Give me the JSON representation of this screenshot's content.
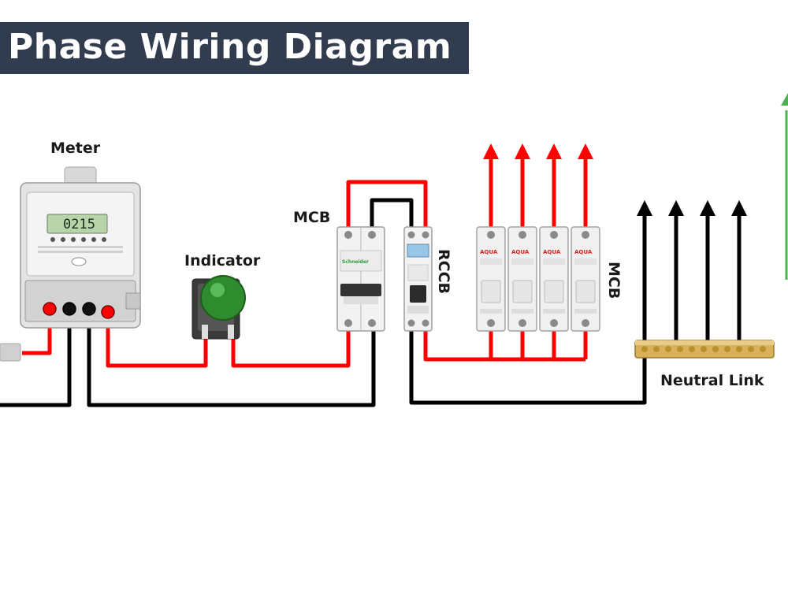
{
  "title": "Phase Wiring Diagram",
  "labels": {
    "meter": "Meter",
    "indicator": "Indicator",
    "mcb_main": "MCB",
    "rccb": "RCCB",
    "mcb_branch": "MCB",
    "neutral_link": "Neutral Link"
  },
  "meter_reading": "0215",
  "mcb_brand": "Schneider",
  "branch_mcb_brand": "AQUA",
  "colors": {
    "phase_wire": "#ff0000",
    "neutral_wire": "#000000",
    "banner": "#323c4f",
    "brass": "#d8b15a",
    "indicator_lamp": "#2e8b2e"
  },
  "icons": [
    "energy-meter-icon",
    "indicator-lamp-icon",
    "mcb-icon",
    "rccb-icon",
    "neutral-link-icon",
    "arrow-up-icon"
  ]
}
